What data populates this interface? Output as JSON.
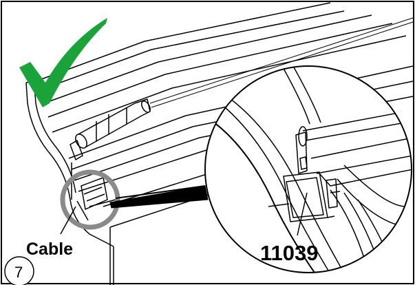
{
  "labels": {
    "cable": "Cable",
    "part_number": "11039",
    "step_number": "7"
  },
  "icons": {
    "check": "check-mark-icon",
    "step": "step-number-badge"
  },
  "colors": {
    "check": "#1aa338",
    "line": "#000000",
    "highlight_ring": "#8a8a8a",
    "background": "#ffffff"
  }
}
